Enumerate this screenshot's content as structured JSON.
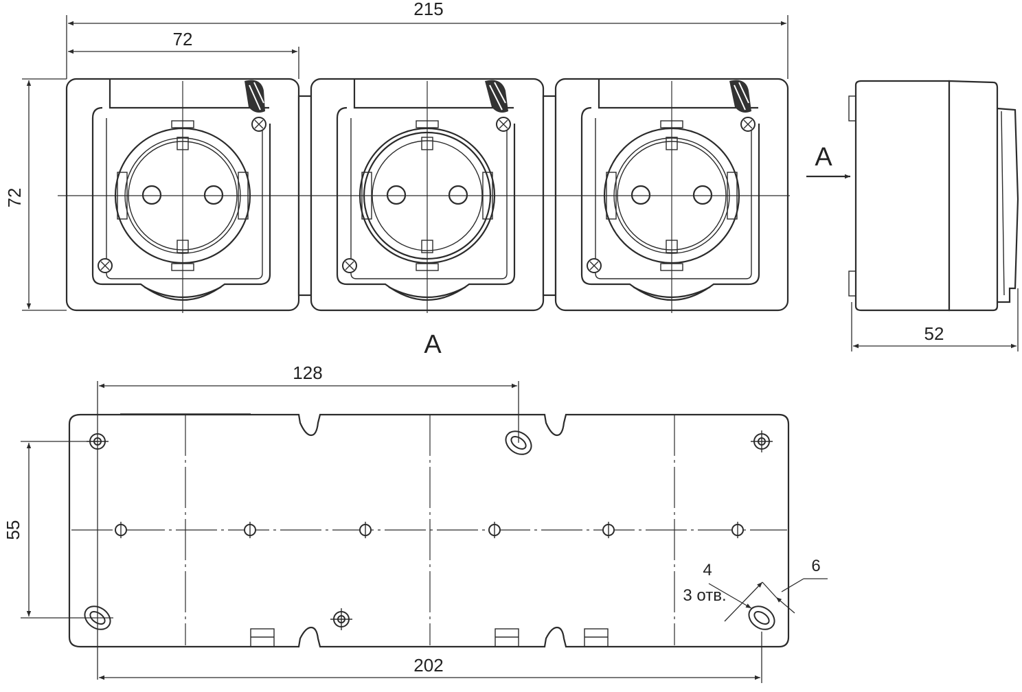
{
  "drawing": {
    "dimensions": {
      "overall_width": "215",
      "module_width": "72",
      "height": "72",
      "depth": "52",
      "mount_spacing": "128",
      "vertical_mount": "55",
      "mount_span": "202",
      "hole_small": "4",
      "hole_count": "3 отв.",
      "hole_large": "6"
    },
    "view_labels": {
      "arrow_label": "A",
      "section_label": "A"
    }
  }
}
